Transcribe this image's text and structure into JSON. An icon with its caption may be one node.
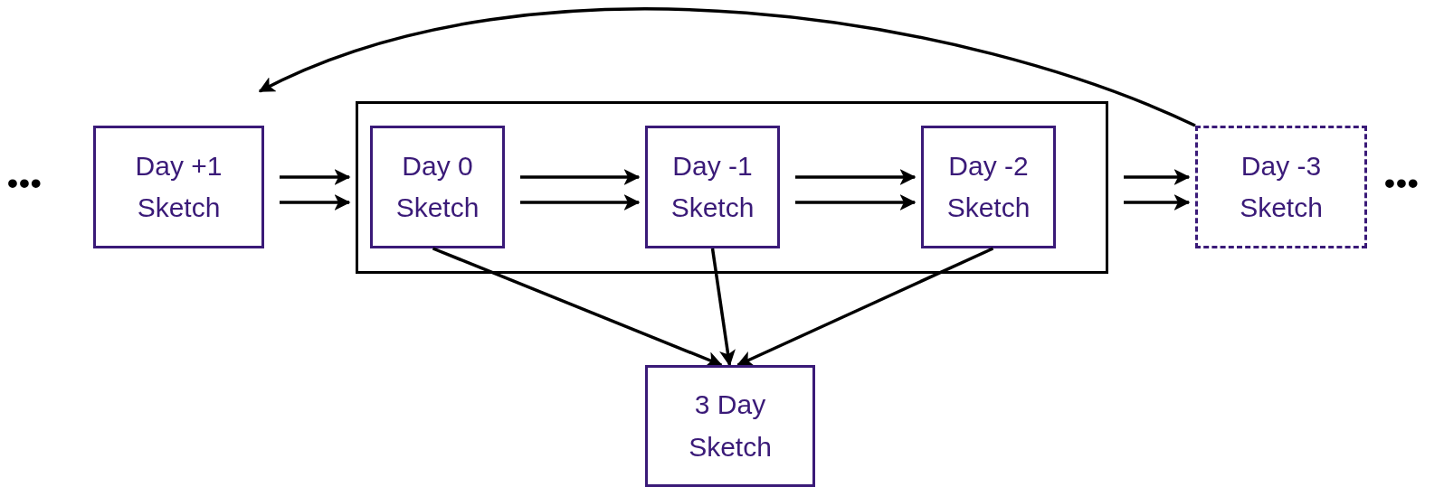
{
  "diagram": {
    "nodes": [
      {
        "text": [
          "Day +1 Sketch"
        ]
      },
      {
        "text": [],
        "shape": "box"
      },
      {
        "text": [
          "Day 0 Sketch"
        ],
        "in": 1
      },
      {
        "text": [
          "Day -1 Sketch"
        ],
        "in": 1
      },
      {
        "text": [
          "Day -2 Sketch"
        ],
        "in": 1
      },
      {
        "text": [
          "Day -3 Sketch"
        ]
      },
      {
        "text": [
          "3 Day Sketch"
        ]
      }
    ],
    "edges": [
      {
        "from": 0,
        "to": 1,
        "arrow": "to"
      },
      {
        "from": 0,
        "to": 1,
        "arrow": "to"
      },
      {
        "from": 2,
        "to": 3,
        "arrow": "to"
      },
      {
        "from": 2,
        "to": 3,
        "arrow": "to"
      },
      {
        "from": 3,
        "to": 4,
        "arrow": "to"
      },
      {
        "from": 3,
        "to": 4,
        "arrow": "to"
      },
      {
        "from": 1,
        "to": 5,
        "arrow": "to"
      },
      {
        "from": 1,
        "to": 5,
        "arrow": "to"
      },
      {
        "from": 5,
        "to": 0,
        "arrow": "to"
      },
      {
        "from": 2,
        "to": 6,
        "arrow": "to"
      },
      {
        "from": 3,
        "to": 6,
        "arrow": "to"
      },
      {
        "from": 4,
        "to": 6,
        "arrow": "to"
      }
    ],
    "labels": [
      "•••",
      "•••"
    ]
  }
}
